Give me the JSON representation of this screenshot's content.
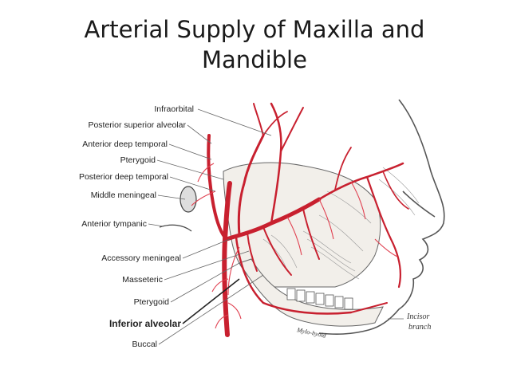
{
  "title": {
    "line1": "Arterial Supply of Maxilla and",
    "line2": "Mandible"
  },
  "labels": {
    "infraorbital": "Infraorbital",
    "posterior_superior_alveolar": "Posterior superior alveolar",
    "anterior_deep_temporal": "Anterior deep temporal",
    "pterygoid_upper": "Pterygoid",
    "posterior_deep_temporal": "Posterior deep temporal",
    "middle_meningeal": "Middle meningeal",
    "anterior_tympanic": "Anterior tympanic",
    "accessory_meningeal": "Accessory meningeal",
    "masseteric": "Masseteric",
    "pterygoid_lower": "Pterygoid",
    "inferior_alveolar": "Inferior alveolar",
    "buccal": "Buccal",
    "incisor_line1": "Incisor",
    "incisor_line2": "branch",
    "mylohyoid": "Mylo-hyoid"
  },
  "colors": {
    "artery": "#c8202f",
    "artery_light": "#e04050",
    "anatomy_line": "#555555",
    "bone_fill": "#f2efea",
    "leader_line": "#666666"
  }
}
